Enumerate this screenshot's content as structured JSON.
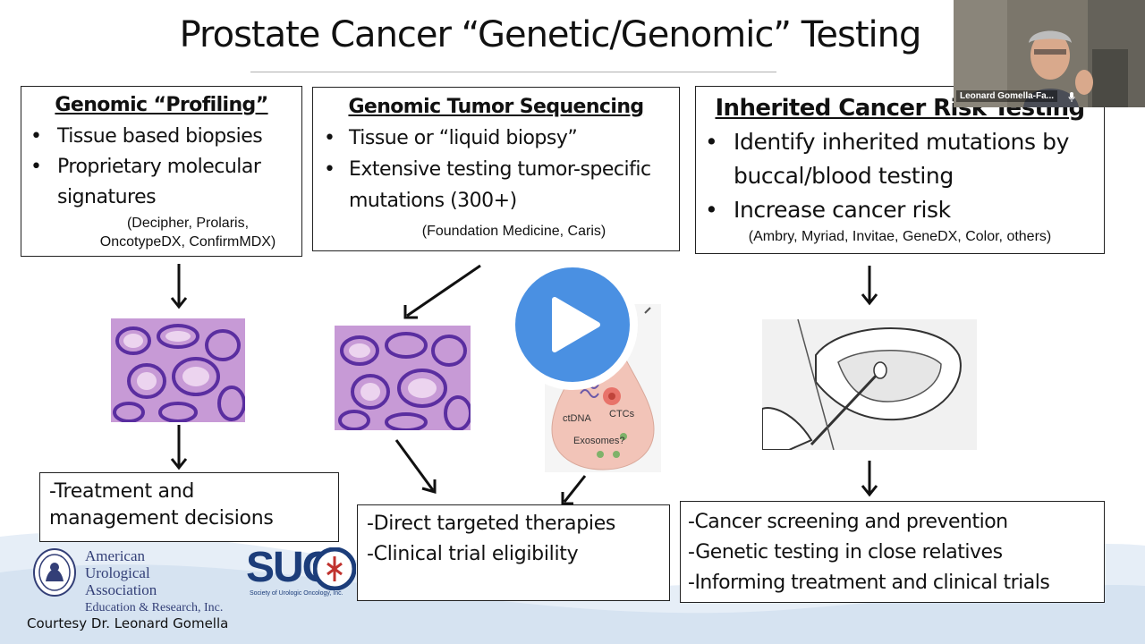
{
  "slide": {
    "title": "Prostate Cancer “Genetic/Genomic” Testing",
    "colors": {
      "text": "#111111",
      "wave": "#dbe7f3",
      "aua_blue": "#333f77",
      "suo_blue": "#1c3d7a",
      "play_blue": "#4a90e2"
    },
    "boxes": {
      "profiling": {
        "heading": "Genomic “Profiling”",
        "bullets": [
          "Tissue based biopsies",
          "Proprietary molecular signatures"
        ],
        "examples_line1": "(Decipher, Prolaris,",
        "examples_line2": "OncotypeDX, ConfirmMDX)"
      },
      "sequencing": {
        "heading": "Genomic Tumor Sequencing",
        "bullets": [
          "Tissue or “liquid biopsy”",
          "Extensive testing tumor-specific mutations (300+)"
        ],
        "examples": "(Foundation Medicine, Caris)"
      },
      "inherited": {
        "heading": "Inherited Cancer Risk Testing",
        "bullets": [
          "Identify inherited mutations by buccal/blood testing",
          "Increase cancer risk"
        ],
        "examples": "(Ambry, Myriad, Invitae, GeneDX, Color, others)"
      }
    },
    "liquid_biopsy_labels": {
      "ctdna": "ctDNA",
      "ctcs": "CTCs",
      "exosomes": "Exosomes?"
    },
    "outcomes": {
      "profiling": [
        "-Treatment and",
        "management decisions"
      ],
      "sequencing": [
        "-Direct targeted therapies",
        "-Clinical trial eligibility"
      ],
      "inherited": [
        "-Cancer screening and prevention",
        "-Genetic testing in close relatives",
        "-Informing treatment and clinical trials"
      ]
    },
    "logos": {
      "aua_lines": [
        "American",
        "Urological",
        "Association"
      ],
      "aua_sub": "Education & Research, Inc.",
      "suo": "SUO",
      "suo_sub": "Society of Urologic Oncology, Inc."
    },
    "courtesy": "Courtesy Dr. Leonard Gomella"
  },
  "video": {
    "play_icon": "play-icon"
  },
  "webcam": {
    "name": "Leonard Gomella-Fa...",
    "mic_icon": "mic-icon"
  }
}
